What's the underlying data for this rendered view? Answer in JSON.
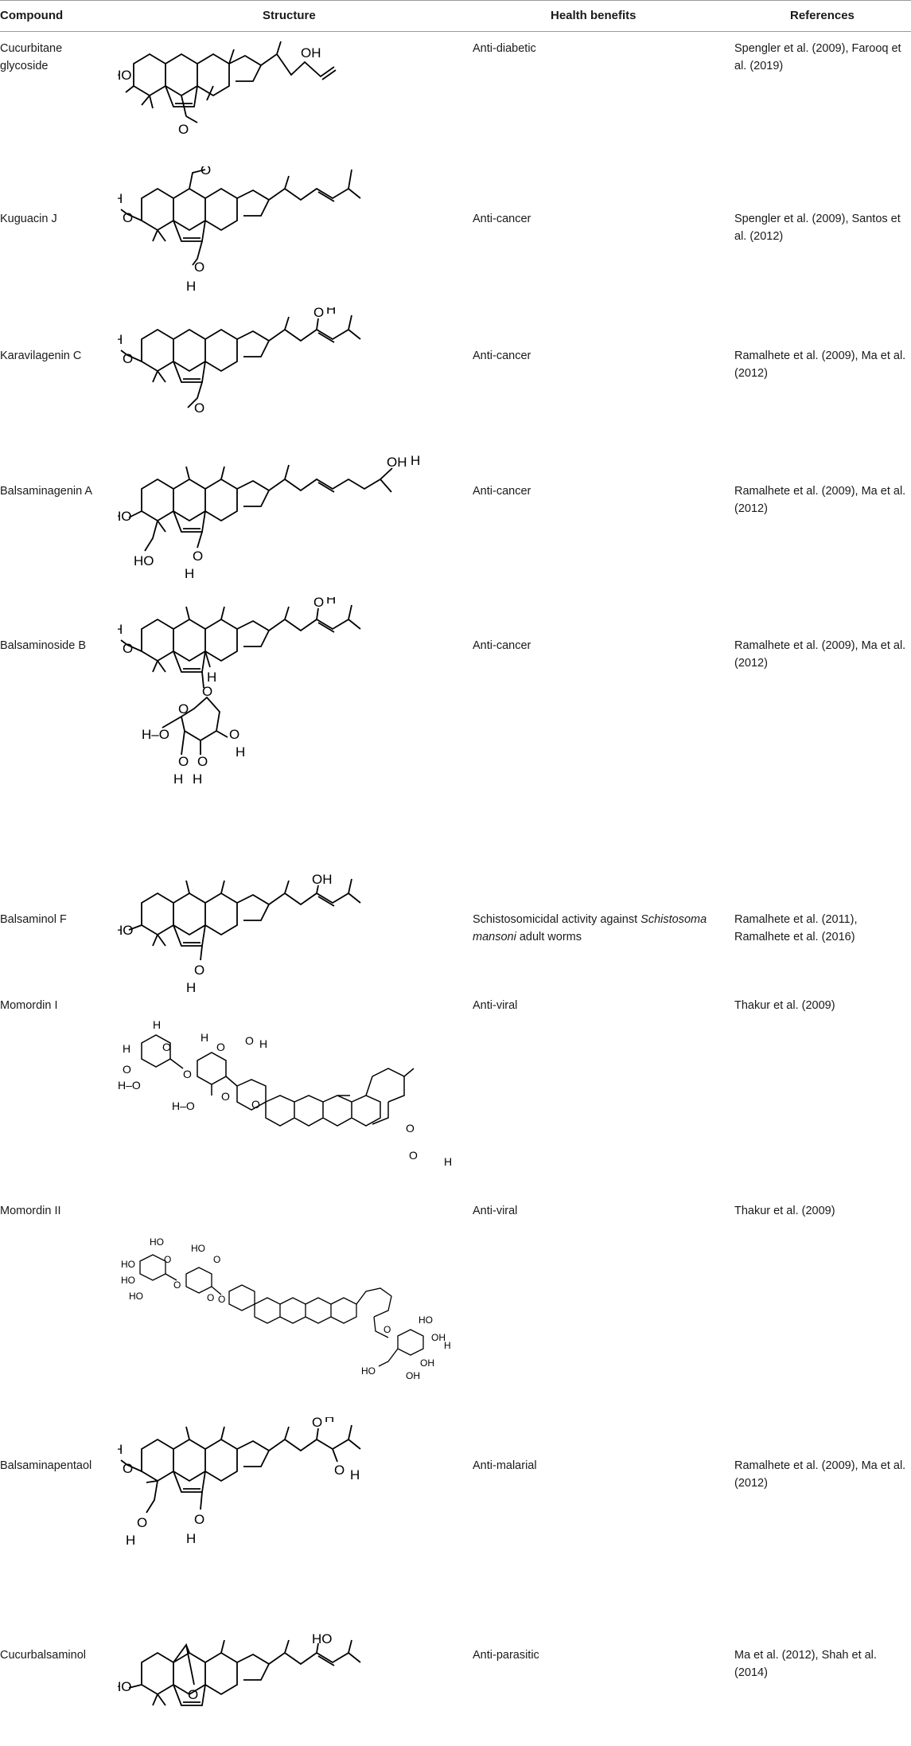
{
  "header": {
    "compound": "Compound",
    "structure": "Structure",
    "benefits": "Health benefits",
    "references": "References"
  },
  "rows": [
    {
      "compound": "Cucurbitane glycoside",
      "benefit": "Anti-diabetic",
      "references": "Spengler et al. (2009), Farooq et al. (2019)",
      "structure": {
        "left_group": "HO",
        "side_chain": "OH",
        "bottom_group": "O"
      }
    },
    {
      "compound": "Kuguacin J",
      "benefit": "Anti-cancer",
      "references": "Spengler et al. (2009), Santos et al. (2012)",
      "structure": {
        "left_group": "H",
        "left_o": "O",
        "top_group": "O",
        "bottom_group": "O",
        "bottom_h": "H"
      }
    },
    {
      "compound": "Karavilagenin C",
      "benefit": "Anti-cancer",
      "references": "Ramalhete et al. (2009), Ma et al. (2012)",
      "structure": {
        "left_group": "H",
        "left_o": "O",
        "side_chain": "O",
        "side_h": "H",
        "bottom_group": "O"
      }
    },
    {
      "compound": "Balsaminagenin A",
      "benefit": "Anti-cancer",
      "references": "Ramalhete et al. (2009), Ma et al. (2012)",
      "structure": {
        "left_group": "HO",
        "side_chain": "OH",
        "side_h": "H",
        "lower_left": "HO",
        "bottom_group": "O",
        "bottom_h": "H"
      }
    },
    {
      "compound": "Balsaminoside B",
      "benefit": "Anti-cancer",
      "references": "Ramalhete et al. (2009), Ma et al. (2012)",
      "structure": {
        "left_group": "H",
        "left_o": "O",
        "side_chain": "O",
        "side_h": "H",
        "ring_h": "H",
        "glyco_o": "O",
        "sugar_o": "O",
        "sugar_ho": "H–O",
        "sugar_oh1": "O",
        "sugar_h1": "H",
        "sugar_oh2": "O",
        "sugar_h2": "H",
        "sugar_oh3": "O",
        "sugar_h3": "H"
      }
    },
    {
      "compound": "Balsaminol F",
      "benefit": "Schistosomicidal activity against",
      "benefit_italic": "Schistosoma mansoni",
      "benefit_tail": " adult worms",
      "references": "Ramalhete et al. (2011), Ramalhete et al. (2016)",
      "structure": {
        "left_group": "HO",
        "side_chain": "OH",
        "bottom_group": "O",
        "bottom_h": "H"
      }
    },
    {
      "compound": "Momordin I",
      "benefit": "Anti-viral",
      "references": "Thakur et al. (2009)",
      "structure": {
        "labels": [
          "H",
          "H",
          "O",
          "O",
          "H–O",
          "O",
          "H",
          "O",
          "O",
          "H",
          "H–O",
          "O",
          "O",
          "O",
          "O",
          "H"
        ]
      }
    },
    {
      "compound": "Momordin II",
      "benefit": "Anti-viral",
      "references": "Thakur et al. (2009)",
      "structure": {
        "labels": [
          "HO",
          "HO",
          "HO",
          "HO",
          "O",
          "O",
          "HO",
          "O",
          "O",
          "O",
          "O",
          "HO",
          "OH",
          "H",
          "HO",
          "OH",
          "OH"
        ]
      }
    },
    {
      "compound": "Balsaminapentaol",
      "benefit": "Anti-malarial",
      "references": "Ramalhete et al. (2009), Ma et al. (2012)",
      "structure": {
        "left_group": "H",
        "left_o": "O",
        "side_chain": "O",
        "side_h": "H",
        "side_o2": "O",
        "side_h2": "H",
        "lower_left_o": "O",
        "lower_left_h": "H",
        "bottom_group": "O",
        "bottom_h": "H"
      }
    },
    {
      "compound": "Cucurbalsaminol",
      "benefit": "Anti-parasitic",
      "references": "Ma et al. (2012), Shah et al. (2014)",
      "structure": {
        "left_group": "HO",
        "side_chain": "HO",
        "bridge_o": "O"
      }
    }
  ]
}
